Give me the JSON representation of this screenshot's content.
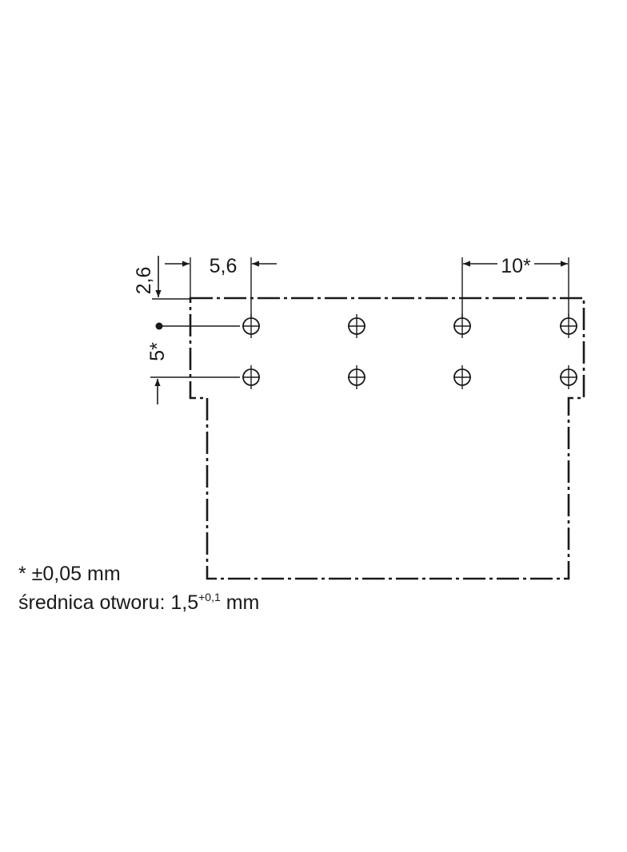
{
  "dimensions": {
    "top_offset": "2,6",
    "first_pin_offset": "5,6",
    "pin_pitch": "10*",
    "row_pitch": "5*"
  },
  "notes": {
    "tolerance": "* ±0,05 mm",
    "hole_prefix": "średnica otworu: 1,5",
    "hole_tolerance": "+0,1",
    "hole_unit": " mm"
  },
  "pins": {
    "columns": 4,
    "rows": 2
  },
  "colors": {
    "line": "#1a1a1a",
    "background": "#ffffff"
  }
}
